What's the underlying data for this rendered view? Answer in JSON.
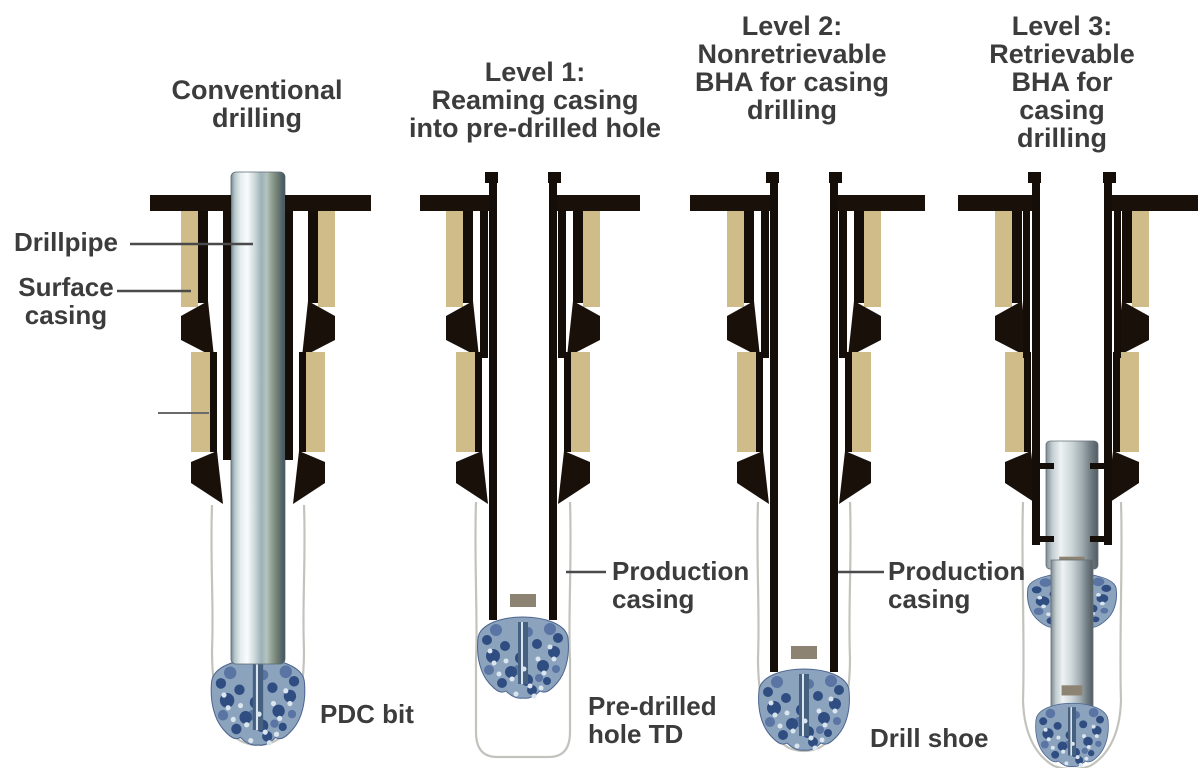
{
  "figure": {
    "titles": {
      "conventional": "Conventional\ndrilling",
      "level1": "Level 1:\nReaming casing\ninto pre-drilled hole",
      "level2": "Level 2:\nNonretrievable\nBHA for casing\ndrilling",
      "level3": "Level 3:\nRetrievable\nBHA for casing\ndrilling"
    },
    "labels": {
      "drillpipe": "Drillpipe",
      "surface_casing": "Surface\ncasing",
      "pdc_bit": "PDC bit",
      "production_casing_left": "Production\ncasing",
      "pre_drilled_hole_td": "Pre-drilled\nhole TD",
      "production_casing_right": "Production\ncasing",
      "drill_shoe": "Drill shoe"
    },
    "palette": {
      "background": "#ffffff",
      "text": "#3c3c3c",
      "ink": "#191009",
      "casing_line": "#140d08",
      "surface_casing_tan": "#cfbc89",
      "hole_outline": "#c3c3bd",
      "leader_line": "#4a4a4a",
      "bit_base": "#8ba3bd",
      "bit_dark": "#2f4d80",
      "bit_mid": "#5a74a3",
      "bit_light": "#dbe5ef",
      "bit_slot": "#46617f",
      "bit_nub": "#8d8373"
    }
  }
}
